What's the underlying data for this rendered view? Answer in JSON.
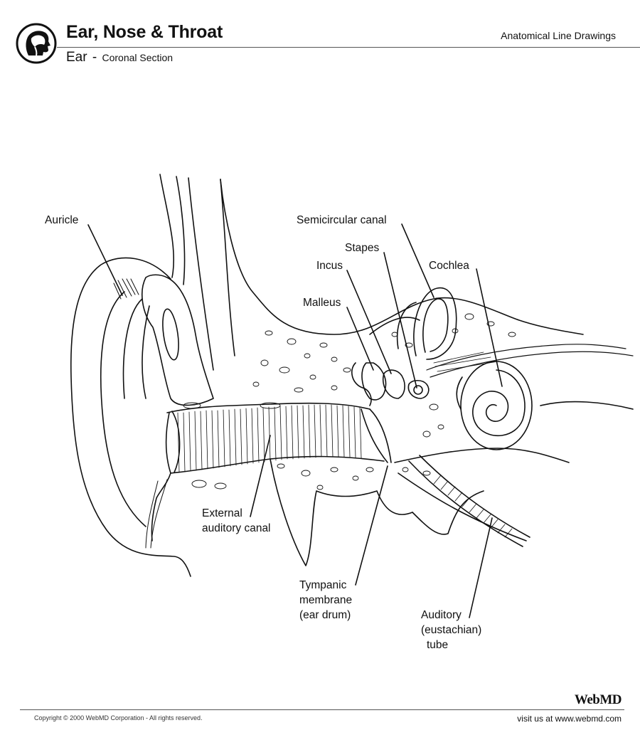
{
  "header": {
    "title": "Ear, Nose & Throat",
    "series": "Anatomical Line Drawings",
    "subtitle_main": "Ear",
    "subtitle_sep": "-",
    "subtitle_detail": "Coronal Section"
  },
  "labels": {
    "auricle": "Auricle",
    "semicircular_canal": "Semicircular canal",
    "stapes": "Stapes",
    "incus": "Incus",
    "cochlea": "Cochlea",
    "malleus": "Malleus",
    "external_canal_1": "External",
    "external_canal_2": "auditory canal",
    "tympanic_1": "Tympanic",
    "tympanic_2": "membrane",
    "tympanic_3": "(ear drum)",
    "auditory_tube_1": "Auditory",
    "auditory_tube_2": "(eustachian)",
    "auditory_tube_3": "tube"
  },
  "footer": {
    "copyright": "Copyright © 2000 WebMD Corporation - All rights reserved.",
    "brand": "WebMD",
    "visit": "visit us at www.webmd.com"
  },
  "icons": {
    "logo": "head-profile-icon"
  }
}
